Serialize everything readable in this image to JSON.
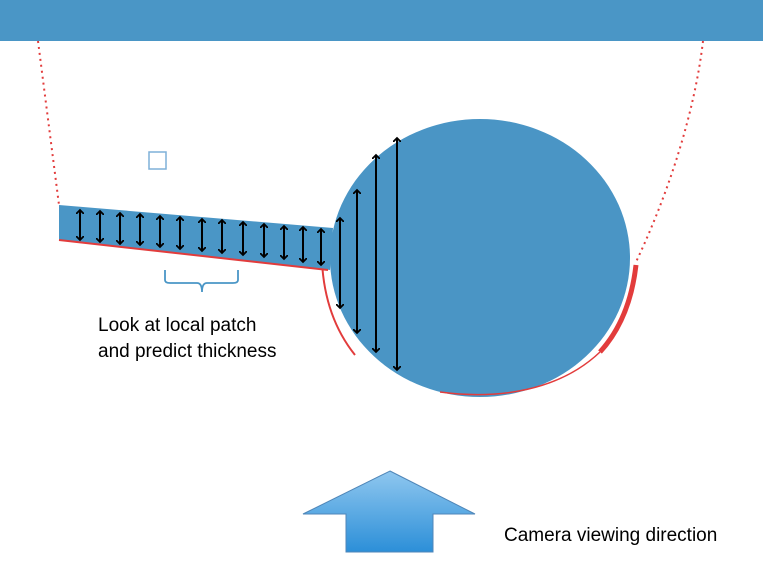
{
  "colors": {
    "plate": "#4a96c6",
    "body_fill": "#4a95c5",
    "contact_edge": "#e23c3c",
    "arrow_ink": "#000000",
    "camera_arrow_top": "#8fc7ef",
    "camera_arrow_bottom": "#2c8fd8",
    "camera_arrow_border": "#4f86b8",
    "brace": "#4a96c6"
  },
  "annotations": {
    "patch_line1": "Look at local patch",
    "patch_line2": "and predict thickness",
    "camera": "Camera viewing direction"
  },
  "icons": [
    "thickness-arrow-icon",
    "camera-direction-arrow-icon",
    "curly-brace-icon"
  ]
}
